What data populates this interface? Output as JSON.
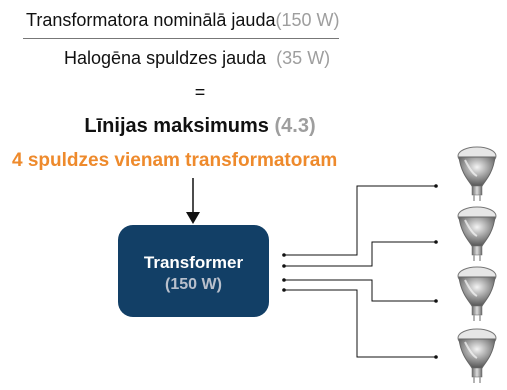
{
  "formula": {
    "numerator_label": "Transformatora nominālā jauda",
    "numerator_value": "(150 W)",
    "denominator_label": "Halogēna spuldzes jauda",
    "denominator_value": "(35 W)",
    "equals": "=",
    "result_label": "Līnijas maksimums",
    "result_value": "(4.3)"
  },
  "caption": "4 spuldzes vienam transformatoram",
  "transformer": {
    "title": "Transformer",
    "rating": "(150 W)"
  },
  "colors": {
    "accent": "#ee8a2c",
    "box": "#123f66",
    "muted": "#9e9e9e"
  },
  "lamps": [
    {
      "icon": "halogen-lamp-icon"
    },
    {
      "icon": "halogen-lamp-icon"
    },
    {
      "icon": "halogen-lamp-icon"
    },
    {
      "icon": "halogen-lamp-icon"
    }
  ]
}
